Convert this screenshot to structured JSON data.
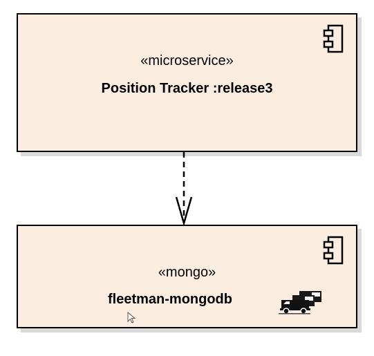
{
  "diagram": {
    "components": [
      {
        "stereotype": "«microservice»",
        "name": "Position Tracker :release3",
        "icon": "component-icon"
      },
      {
        "stereotype": "«mongo»",
        "name": "fleetman-mongodb",
        "icon": "component-icon",
        "badge_icon": "truck-fleet-icon"
      }
    ],
    "connector": {
      "type": "dependency",
      "style": "dashed-open-arrow"
    }
  },
  "colors": {
    "component_fill": "#fbeee0",
    "border": "#000000",
    "shadow": "#d9d9d9"
  }
}
